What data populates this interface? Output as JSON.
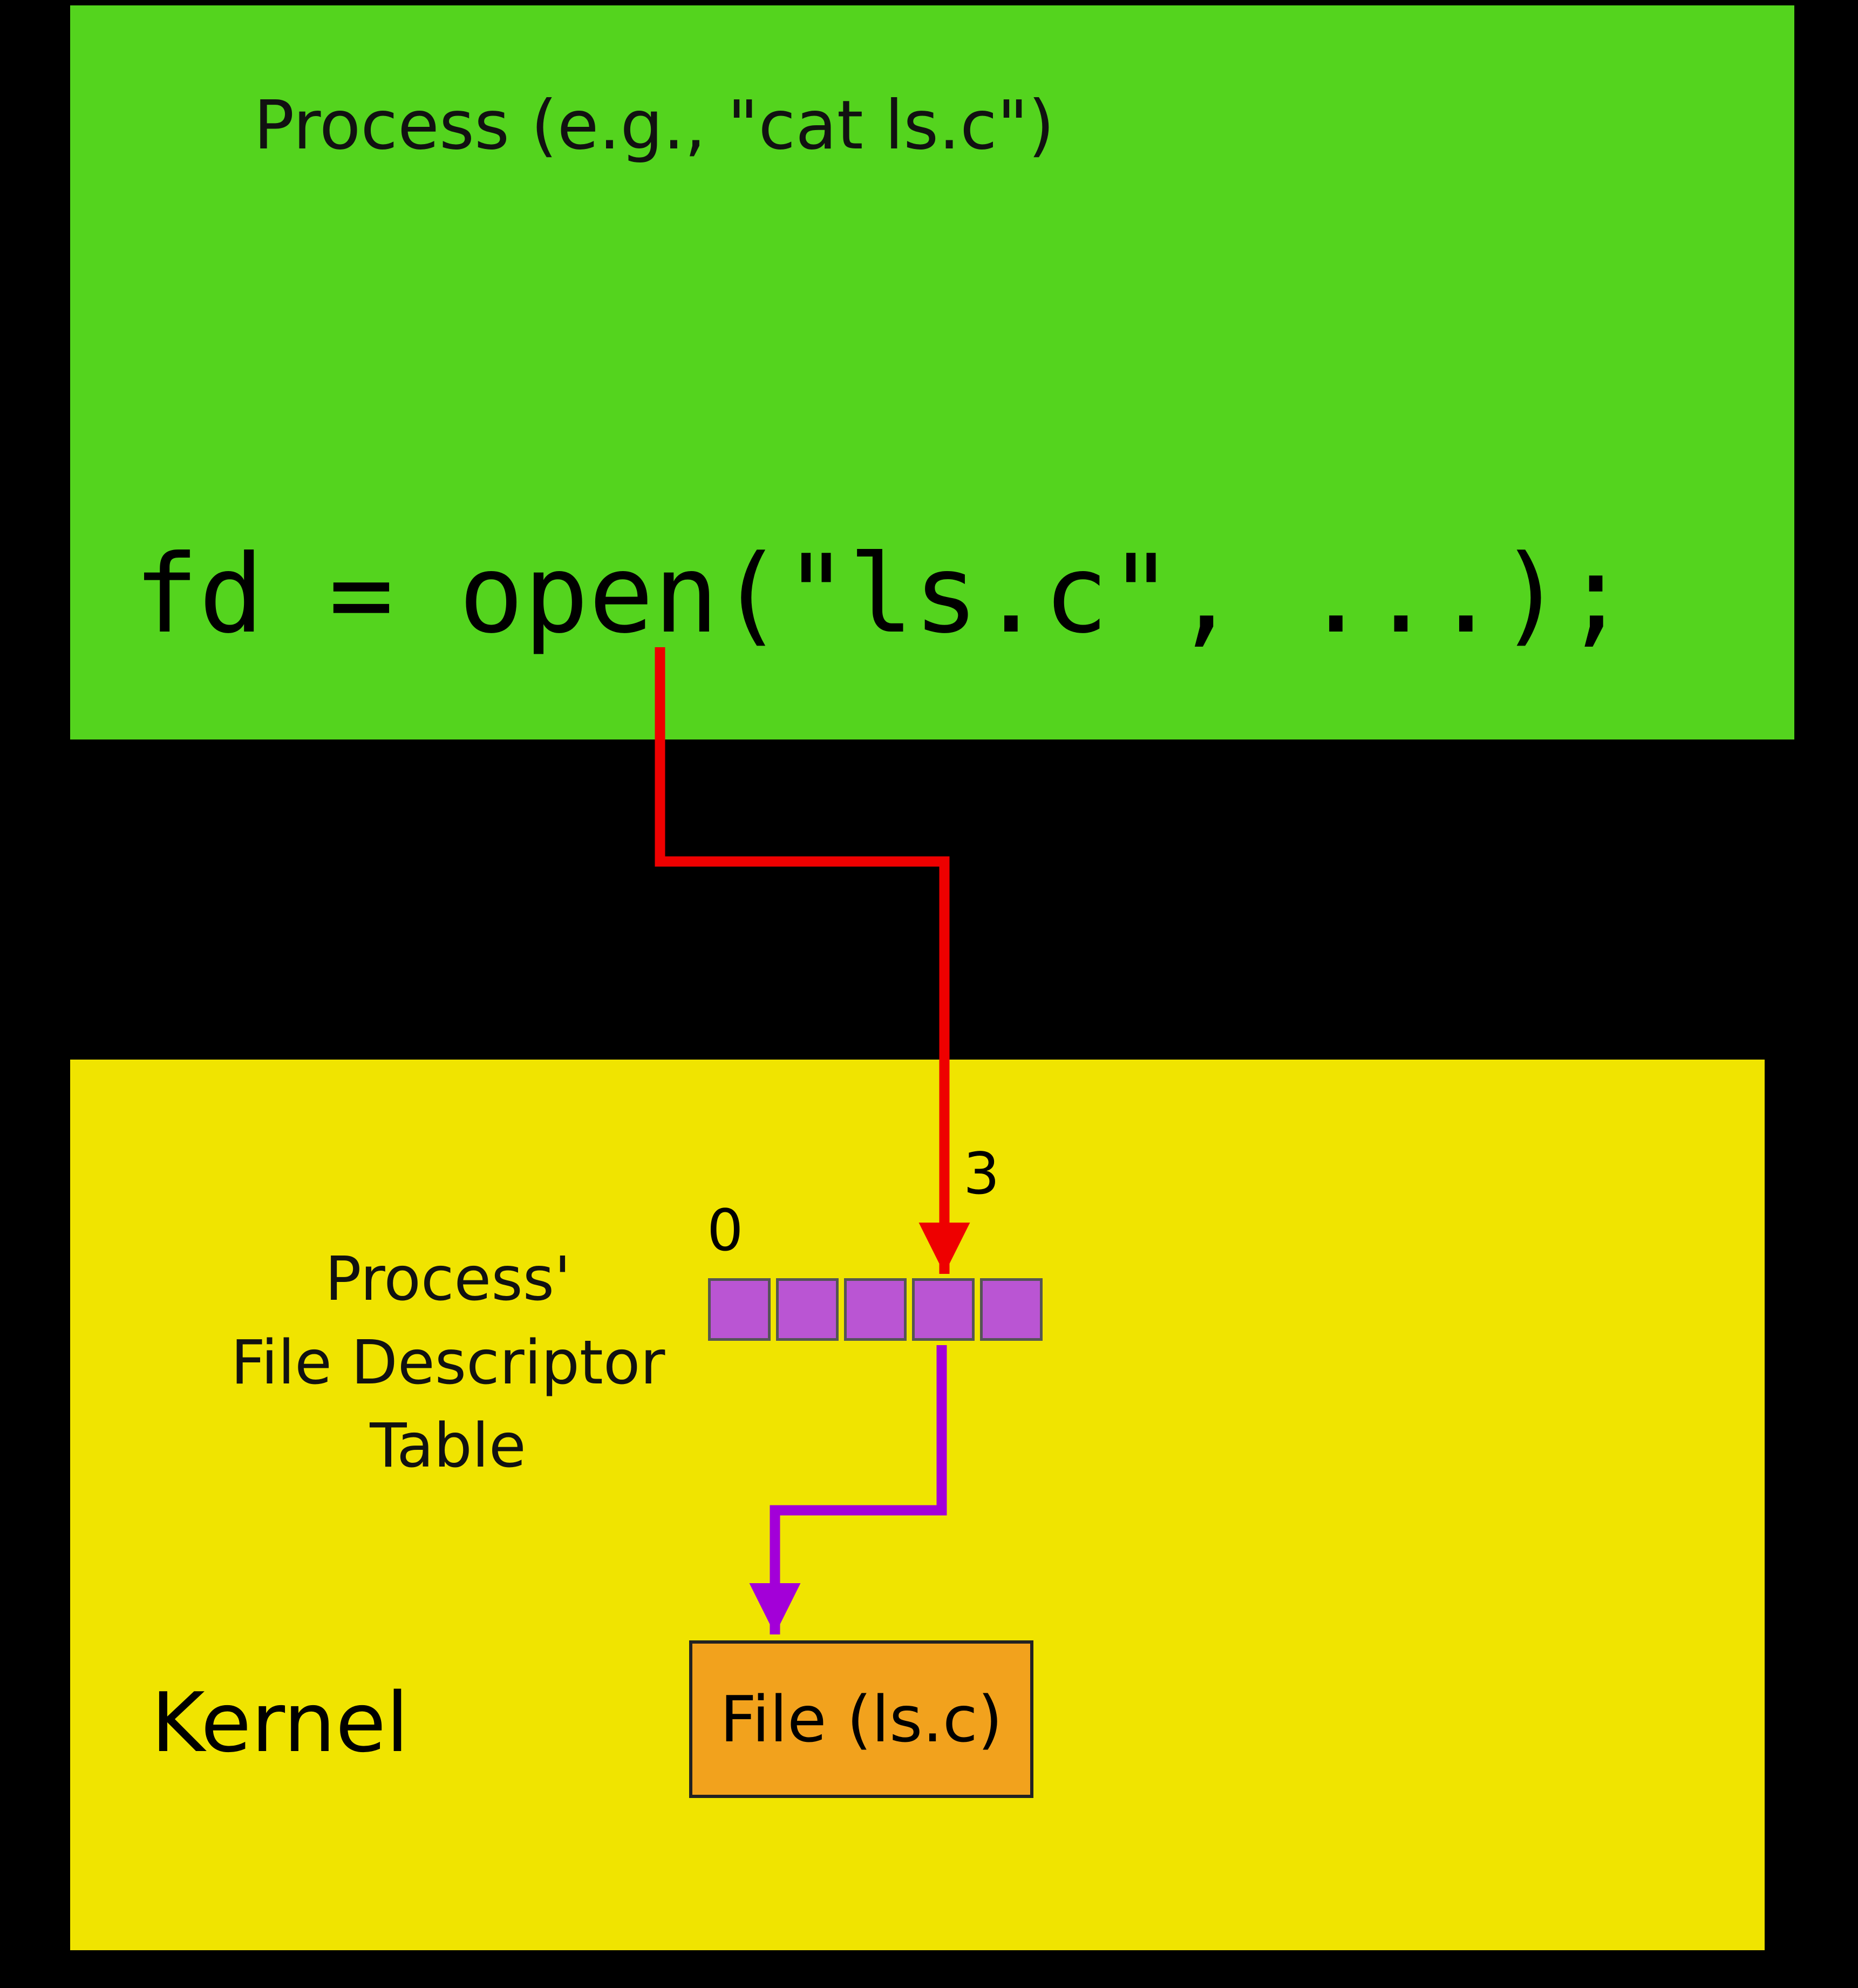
{
  "process_box": {
    "title": "Process (e.g., \"cat ls.c\")",
    "code": "fd = open(\"ls.c\", ...);"
  },
  "kernel_box": {
    "label": "Kernel",
    "fd_table": {
      "label_line1": "Process'",
      "label_line2": "File Descriptor",
      "label_line3": "Table",
      "index_first": "0",
      "index_returned": "3",
      "slot_count": 5
    },
    "file_box": {
      "label": "File (ls.c)"
    }
  },
  "arrows": {
    "open_call_arrow": "red arrow from open() call to fd table slot 3",
    "fd_to_file_arrow": "purple arrow from fd table slot 3 to kernel file object"
  },
  "colors": {
    "background": "#000000",
    "process_bg": "#54d41e",
    "kernel_bg": "#f0e400",
    "fd_slot_fill": "#ba55d3",
    "fd_slot_border": "#555555",
    "file_box_fill": "#f2a21d",
    "arrow_open": "#ee0000",
    "arrow_fd": "#a300d8"
  }
}
